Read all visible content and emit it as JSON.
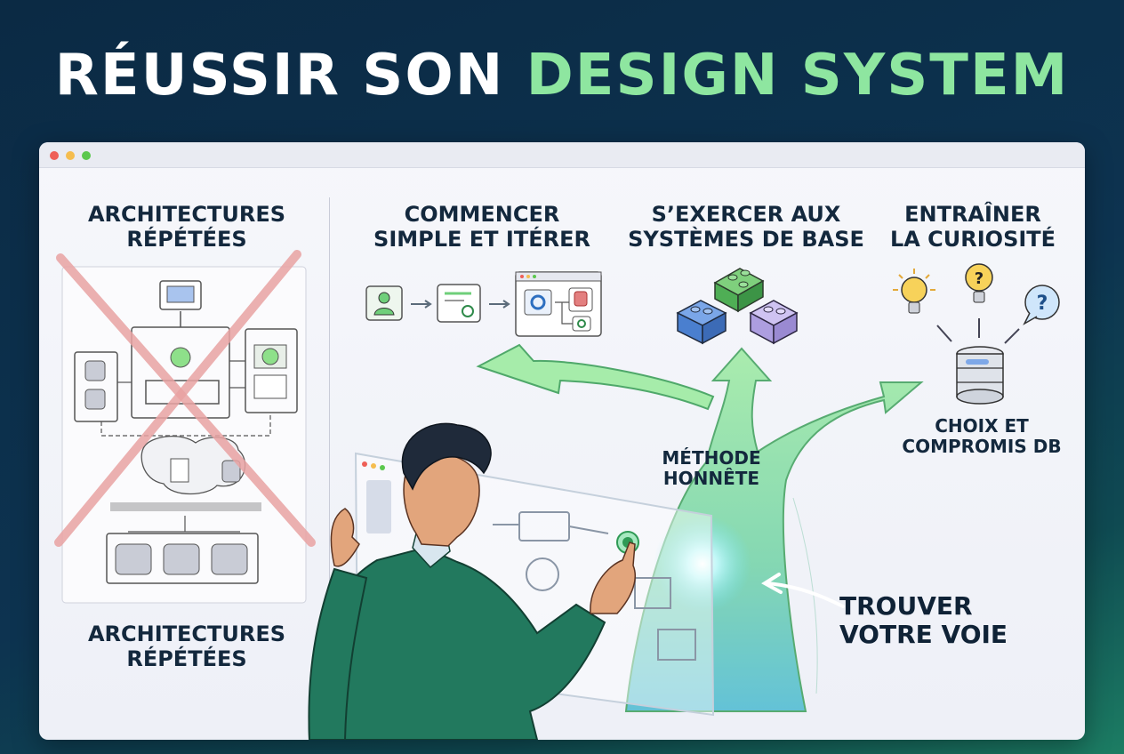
{
  "title": {
    "part1": "RÉUSSIR SON ",
    "part2": "DESIGN SYSTEM"
  },
  "labels": {
    "left_top_line1": "ARCHITECTURES",
    "left_top_line2": "RÉPÉTÉES",
    "left_bottom_line1": "ARCHITECTURES",
    "left_bottom_line2": "RÉPÉTÉES",
    "col1_line1": "COMMENCER",
    "col1_line2": "SIMPLE ET ITÉRER",
    "col2_line1": "S’EXERCER AUX",
    "col2_line2": "SYSTÈMES DE BASE",
    "col3_line1": "ENTRAÎNER",
    "col3_line2": "LA CURIOSITÉ",
    "db_line1": "CHOIX ET",
    "db_line2": "COMPROMIS DB",
    "method_line1": "MÉTHODE",
    "method_line2": "HONNÊTE",
    "path_line1": "TROUVER",
    "path_line2": "VOTRE VOIE"
  },
  "colors": {
    "accent_green": "#8ee6a0",
    "cross_red": "#e9a3a3",
    "arrow_green": "#9be8a0",
    "dot_red": "#ee5f57",
    "dot_yellow": "#f5bd4f",
    "dot_green": "#5cc84e"
  },
  "icons": [
    "laptop-icon",
    "database-icon",
    "user-icon",
    "document-gear-icon",
    "gear-icon",
    "lego-brick-icon",
    "lightbulb-icon",
    "question-icon",
    "question-bubble-icon",
    "hand-pointer-icon"
  ]
}
